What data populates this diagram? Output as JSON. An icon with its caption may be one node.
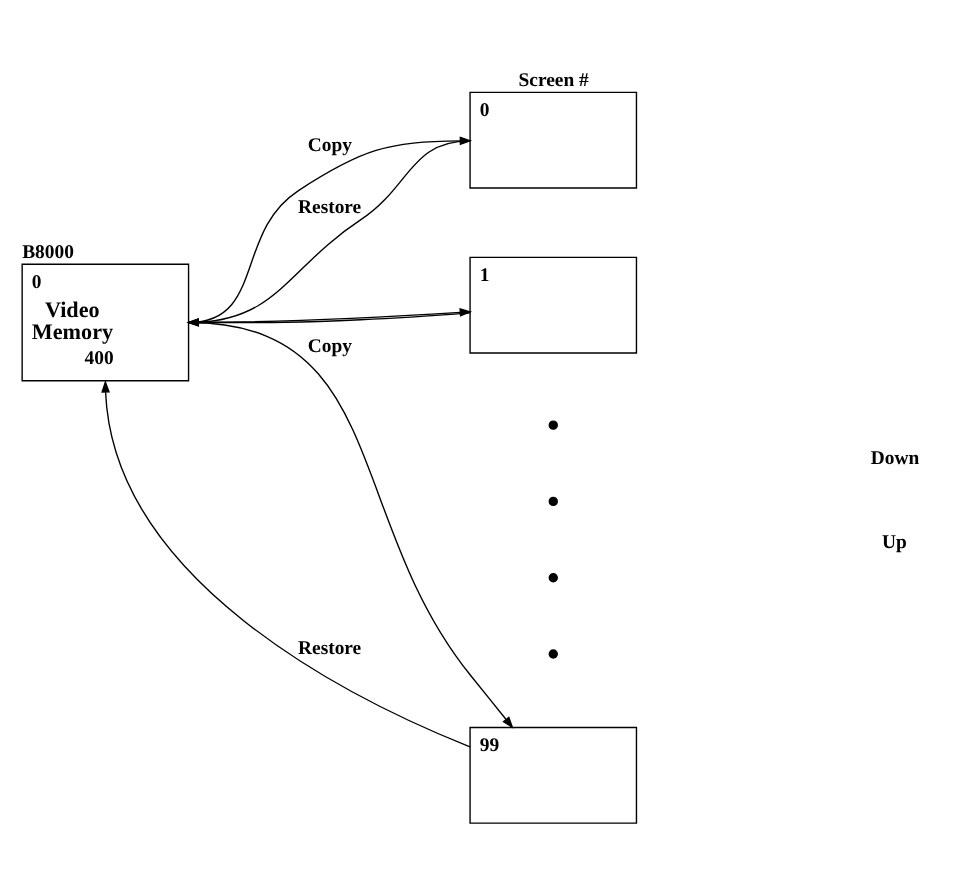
{
  "diagram": {
    "nodes": [
      {
        "text": [
          "0",
          "Video Memory",
          "400"
        ],
        "beside": [
          "B8000"
        ]
      },
      {
        "text": [
          "0"
        ],
        "beside": [
          "Screen #"
        ]
      },
      {
        "text": [
          "1"
        ]
      },
      {
        "text": [],
        "shape": "circle"
      },
      {
        "text": [],
        "shape": "circle"
      },
      {
        "text": [],
        "shape": "circle"
      },
      {
        "text": [],
        "shape": "circle"
      },
      {
        "text": [
          "99"
        ]
      }
    ],
    "edges": [
      {
        "from": 0,
        "to": 1,
        "arrow": "to",
        "label": "Copy"
      },
      {
        "from": 1,
        "to": 0,
        "arrow": "to",
        "label": "Restore"
      },
      {
        "from": 0,
        "to": 2,
        "arrow": "to"
      },
      {
        "from": 2,
        "to": 0,
        "arrow": "to"
      },
      {
        "from": 0,
        "to": 7,
        "arrow": "to",
        "label": "Copy"
      },
      {
        "from": 7,
        "to": 0,
        "arrow": "to",
        "label": "Restore"
      }
    ],
    "labels": [
      "Down",
      "Up"
    ]
  }
}
